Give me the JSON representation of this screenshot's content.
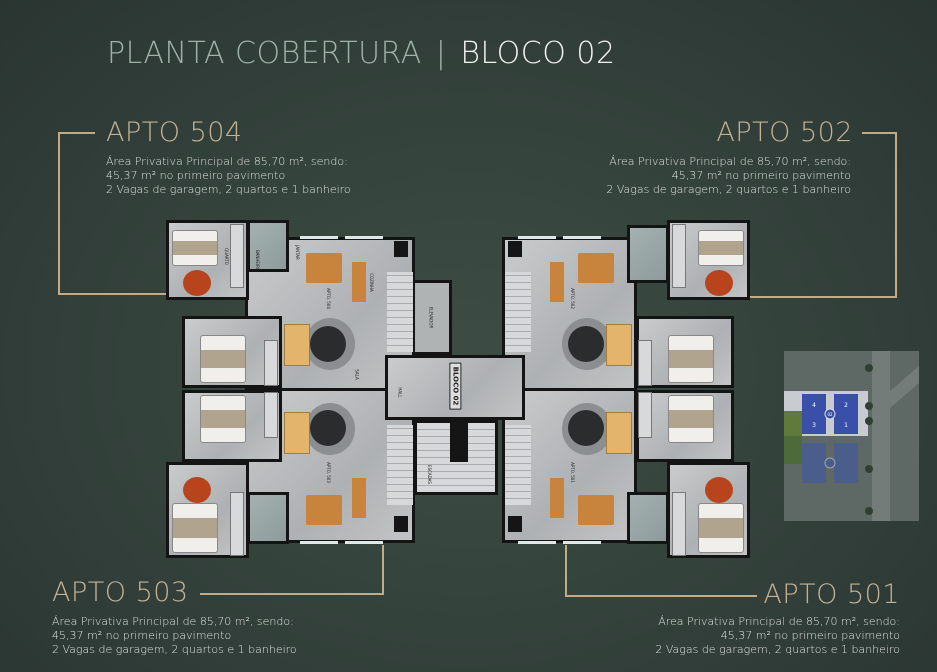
{
  "header": {
    "title_left": "PLANTA COBERTURA",
    "separator": "|",
    "title_right": "BLOCO 02"
  },
  "apartments": [
    {
      "name": "APTO 504",
      "lines": [
        "Área Privativa Principal de 85,70 m², sendo:",
        "45,37 m² no primeiro pavimento",
        "2 Vagas de garagem, 2 quartos e 1 banheiro"
      ]
    },
    {
      "name": "APTO 502",
      "lines": [
        "Área Privativa Principal de 85,70 m², sendo:",
        "45,37 m² no primeiro pavimento",
        "2 Vagas de garagem, 2 quartos e 1 banheiro"
      ]
    },
    {
      "name": "APTO 503",
      "lines": [
        "Área Privativa Principal de 85,70 m², sendo:",
        "45,37 m² no primeiro pavimento",
        "2 Vagas de garagem, 2 quartos e 1 banheiro"
      ]
    },
    {
      "name": "APTO 501",
      "lines": [
        "Área Privativa Principal de 85,70 m², sendo:",
        "45,37 m² no primeiro pavimento",
        "2 Vagas de garagem, 2 quartos e 1 banheiro"
      ]
    }
  ],
  "plan": {
    "core_label": "BLOCO 02",
    "elevator_label": "ELEVADOR",
    "hall_label": "HALL",
    "stairs_label": "ESCADAS",
    "room_labels": {
      "quarto": "QUARTO",
      "banheiro": "BANHEIRO",
      "jantar": "JANTAR",
      "cozinha": "COZINHA",
      "sala": "SALA"
    },
    "unit_tags": [
      "APTO. 504",
      "APTO. 502",
      "APTO. 503",
      "APTO. 501"
    ]
  },
  "site_map": {
    "block_label": "02",
    "units": [
      "4",
      "2",
      "3",
      "1"
    ]
  },
  "colors": {
    "background": "#35433d",
    "accent_gold": "#c4ab86",
    "title_muted": "#9fb2a8",
    "title_bright": "#f2f2f0",
    "unit_blue": "#3a4fa8"
  }
}
